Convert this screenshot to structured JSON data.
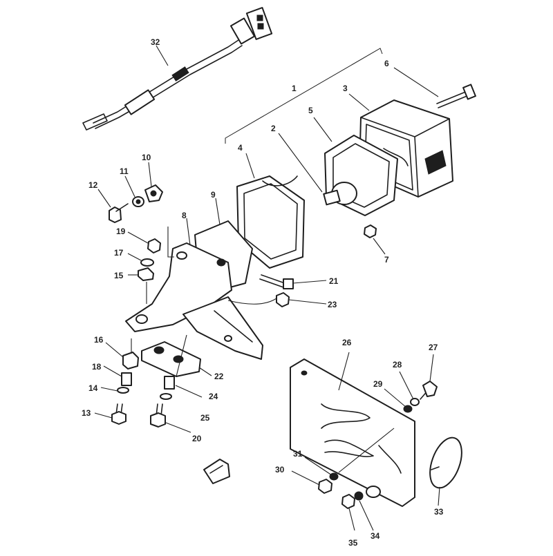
{
  "diagram": {
    "labels": [
      {
        "id": "p1",
        "text": "1"
      },
      {
        "id": "p2",
        "text": "2"
      },
      {
        "id": "p3",
        "text": "3"
      },
      {
        "id": "p4",
        "text": "4"
      },
      {
        "id": "p5",
        "text": "5"
      },
      {
        "id": "p6",
        "text": "6"
      },
      {
        "id": "p7",
        "text": "7"
      },
      {
        "id": "p8",
        "text": "8"
      },
      {
        "id": "p9",
        "text": "9"
      },
      {
        "id": "p10",
        "text": "10"
      },
      {
        "id": "p11",
        "text": "11"
      },
      {
        "id": "p12",
        "text": "12"
      },
      {
        "id": "p13",
        "text": "13"
      },
      {
        "id": "p14",
        "text": "14"
      },
      {
        "id": "p15",
        "text": "15"
      },
      {
        "id": "p16",
        "text": "16"
      },
      {
        "id": "p17",
        "text": "17"
      },
      {
        "id": "p18",
        "text": "18"
      },
      {
        "id": "p19",
        "text": "19"
      },
      {
        "id": "p20",
        "text": "20"
      },
      {
        "id": "p21",
        "text": "21"
      },
      {
        "id": "p22",
        "text": "22"
      },
      {
        "id": "p23",
        "text": "23"
      },
      {
        "id": "p24",
        "text": "24"
      },
      {
        "id": "p25",
        "text": "25"
      },
      {
        "id": "p26",
        "text": "26"
      },
      {
        "id": "p27",
        "text": "27"
      },
      {
        "id": "p28",
        "text": "28"
      },
      {
        "id": "p29",
        "text": "29"
      },
      {
        "id": "p30",
        "text": "30"
      },
      {
        "id": "p31",
        "text": "31"
      },
      {
        "id": "p32",
        "text": "32"
      },
      {
        "id": "p33",
        "text": "33"
      },
      {
        "id": "p34",
        "text": "34"
      },
      {
        "id": "p35",
        "text": "35"
      }
    ]
  }
}
